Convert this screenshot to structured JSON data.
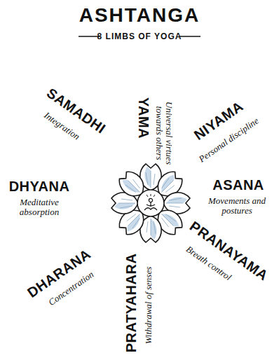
{
  "diagram": {
    "title": "ASHTANGA",
    "labels": [
      "8 LIMBS OF YOGA",
      "YAMA",
      "Universal virtues towards others",
      "NIYAMA",
      "Personal discipline",
      "ASANA",
      "Movements and postures",
      "PRANAYAMA",
      "Breath control",
      "PRATYAHARA",
      "Withdrawal of senses",
      "DHARANA",
      "Concentration",
      "DHYANA",
      "Meditative absorption",
      "SAMADHI",
      "Integration"
    ]
  }
}
